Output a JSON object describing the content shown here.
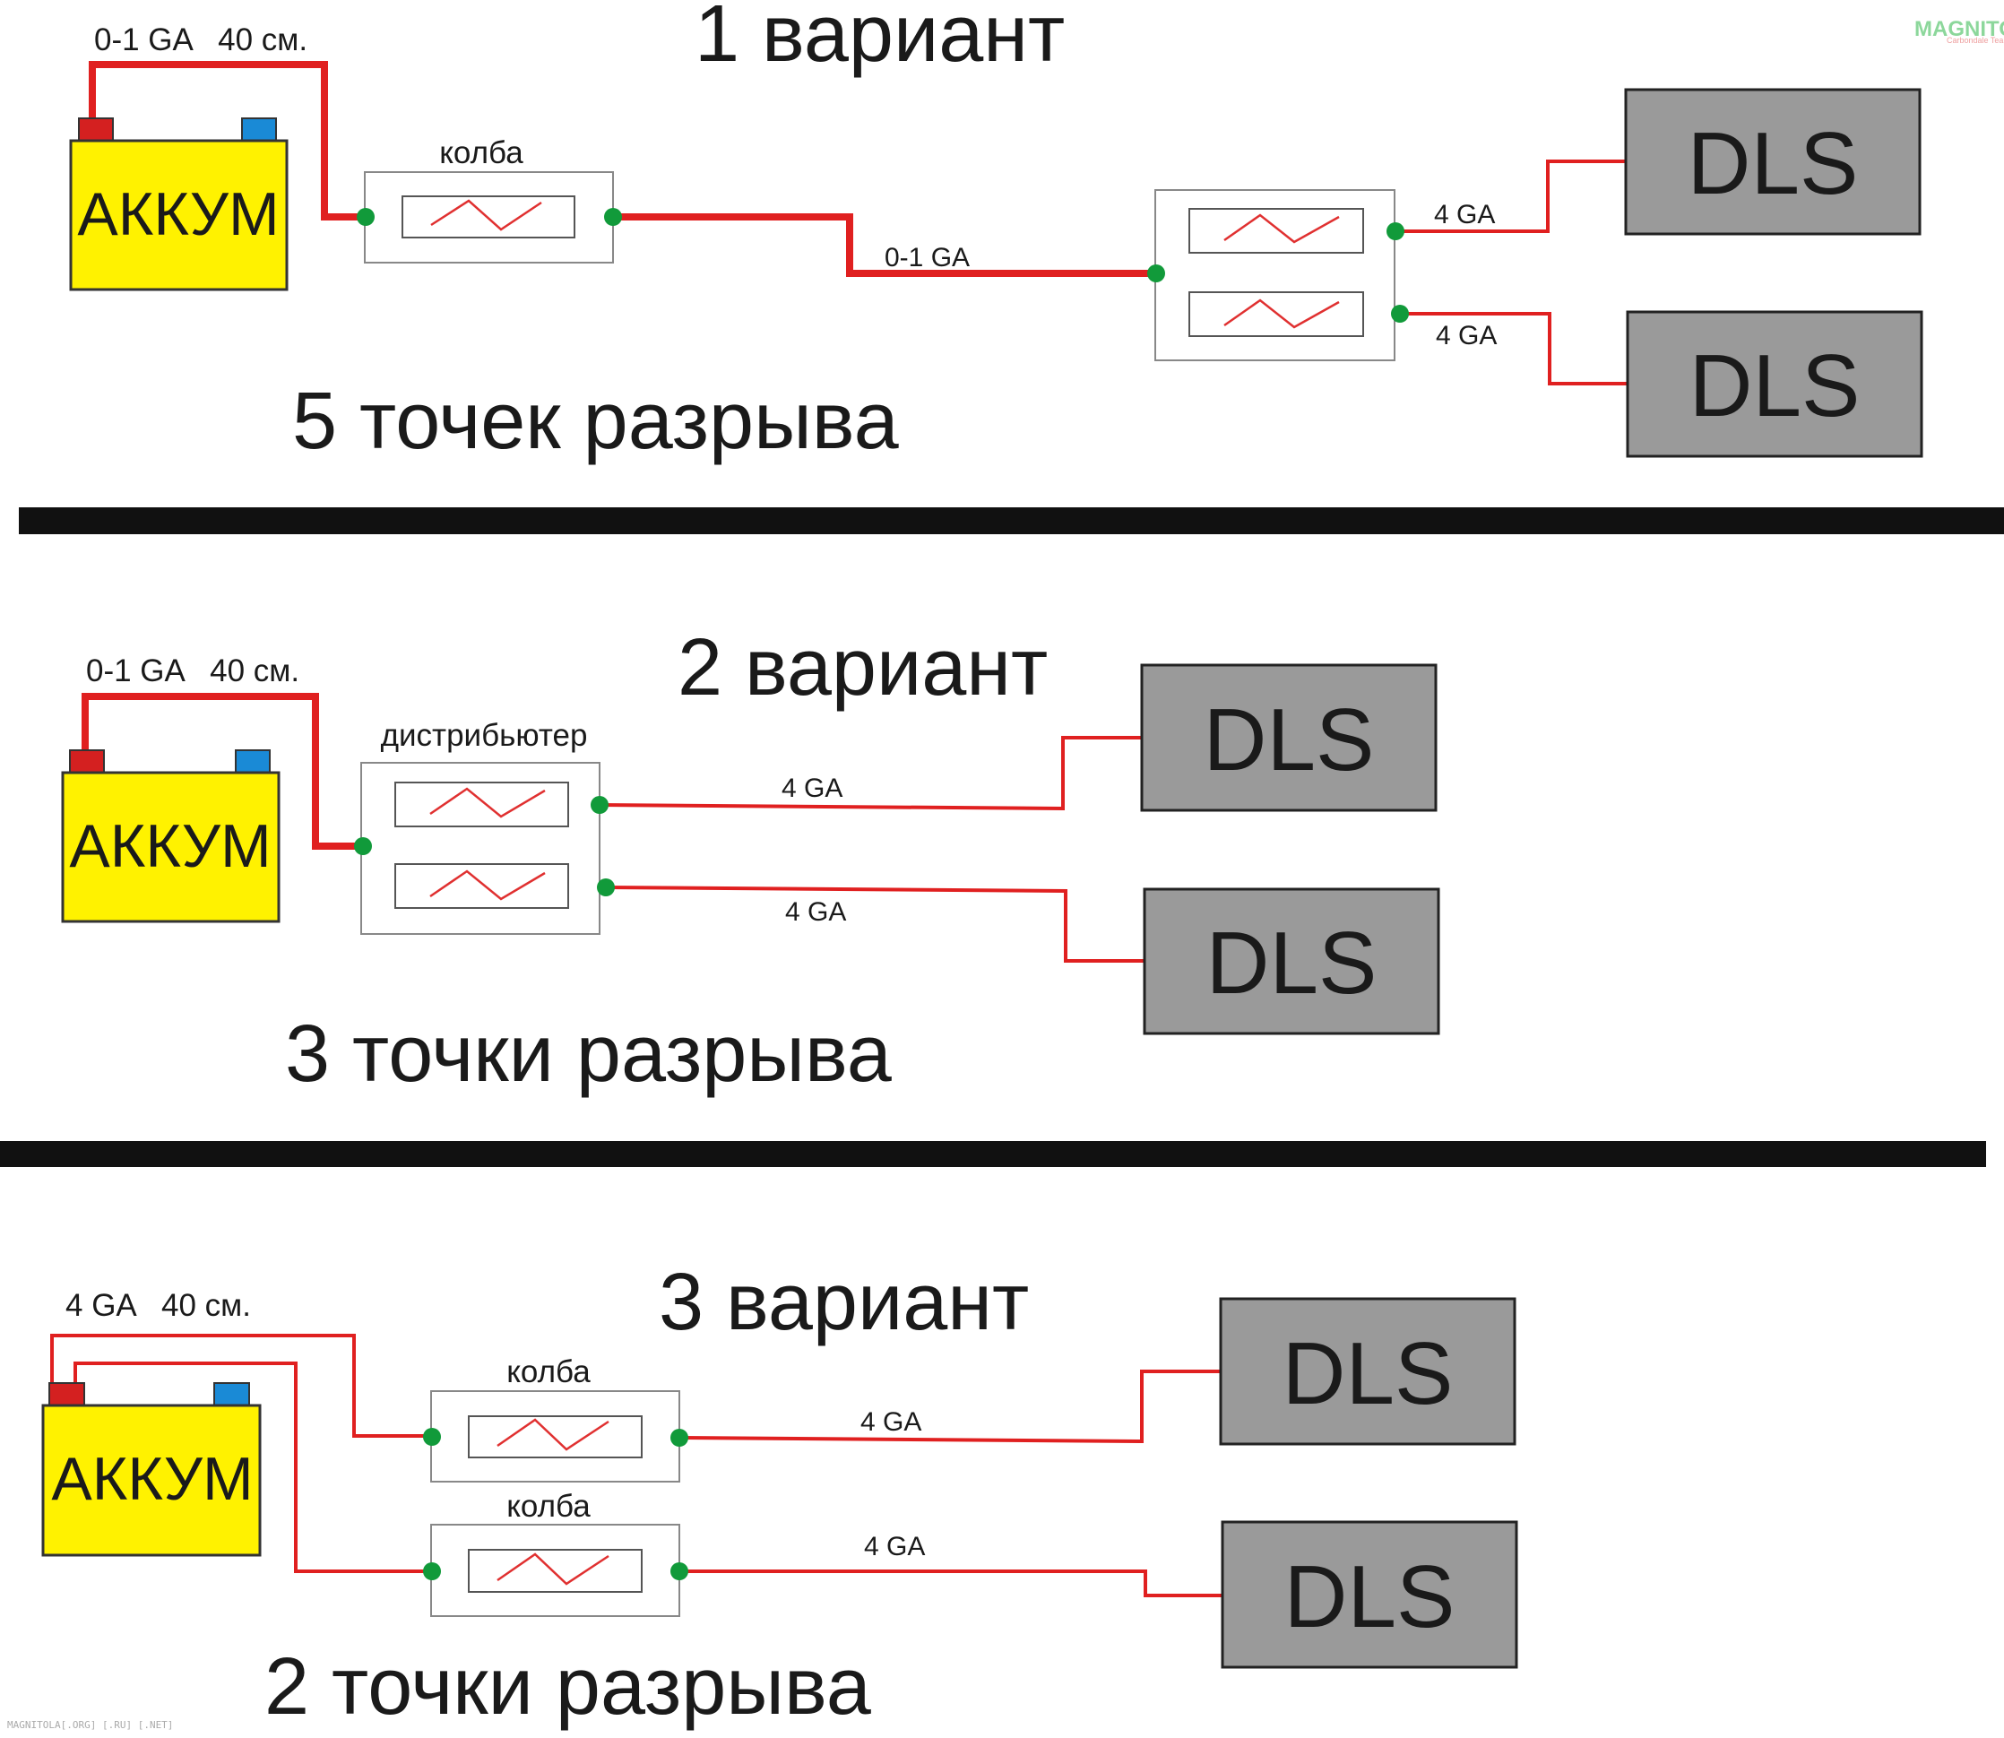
{
  "variants": [
    {
      "title": "1 вариант",
      "break_points": "5 точек разрыва",
      "battery": {
        "label": "АККУМ",
        "cable_label": "0-1 GA   40 см."
      },
      "holder_label": "колба",
      "main_cable_label": "0-1 GA",
      "amps": [
        {
          "label": "DLS",
          "cable_label": "4 GA"
        },
        {
          "label": "DLS",
          "cable_label": "4 GA"
        }
      ]
    },
    {
      "title": "2 вариант",
      "break_points": "3 точки разрыва",
      "battery": {
        "label": "АККУМ",
        "cable_label": "0-1 GA   40 см."
      },
      "holder_label": "дистрибьютер",
      "amps": [
        {
          "label": "DLS",
          "cable_label": "4 GA"
        },
        {
          "label": "DLS",
          "cable_label": "4 GA"
        }
      ]
    },
    {
      "title": "3 вариант",
      "break_points": "2 точки разрыва",
      "battery": {
        "label": "АККУМ",
        "cable_label": "4 GA   40 см."
      },
      "holders": [
        {
          "label": "колба"
        },
        {
          "label": "колба"
        }
      ],
      "amps": [
        {
          "label": "DLS",
          "cable_label": "4 GA"
        },
        {
          "label": "DLS",
          "cable_label": "4 GA"
        }
      ]
    }
  ],
  "watermark": {
    "logo": "MAGNITOLA",
    "logo_sub": "Carbondale Team",
    "footer": "MAGNITOLA[.ORG] [.RU] [.NET]"
  },
  "colors": {
    "wire": "#e02020",
    "battery": "#fff200",
    "amp": "#9a9a9a",
    "node": "#119a3a",
    "terminal_plus": "#d42020",
    "terminal_minus": "#1a8ad6"
  },
  "icons": [
    "fuse-icon",
    "battery-icon",
    "connection-node"
  ]
}
